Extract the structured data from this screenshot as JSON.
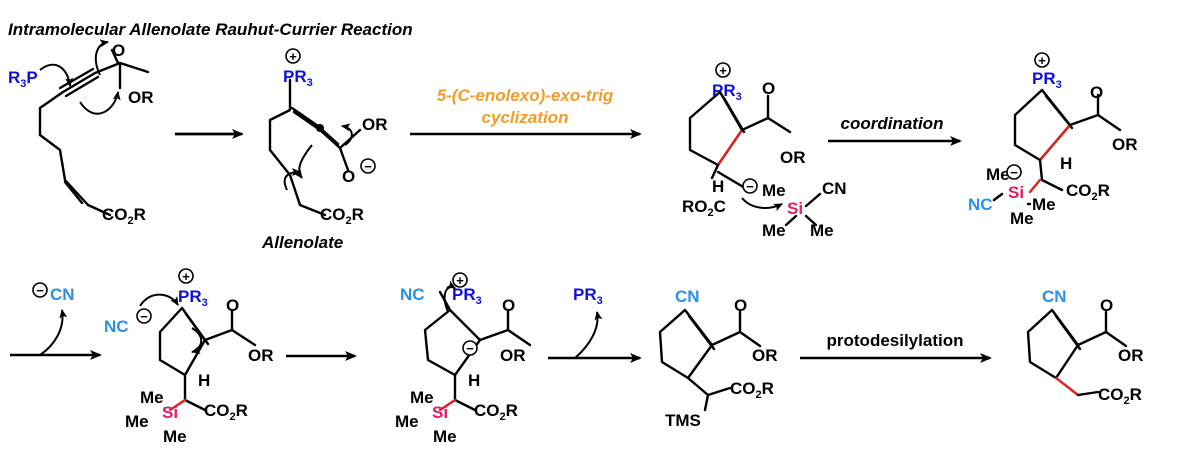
{
  "title": "Intramolecular Allenolate Rauhut-Currier Reaction",
  "colors": {
    "phosphorus": "#1010d8",
    "cyanide": "#2a90e8",
    "silicon": "#e8186a",
    "new_bond": "#e0201c",
    "step_highlight": "#f39c2b"
  },
  "labels": {
    "R3P": "R3P",
    "PR3": "PR3",
    "R": "R",
    "sub3": "3",
    "sub2": "2",
    "P": "P",
    "O": "O",
    "OR": "OR",
    "CO2R": "CO2R",
    "CO": "CO",
    "RO": "RO",
    "C": "C",
    "H": "H",
    "Si": "Si",
    "Me": "Me",
    "CN": "CN",
    "NC": "NC",
    "TMS": "TMS",
    "plus": "+",
    "minus": "−"
  },
  "captions": {
    "allenolate": "Allenolate"
  },
  "steps": {
    "cyclization_line1": "5-(C-enolexo)-exo-trig",
    "cyclization_line2": "cyclization",
    "coordination": "coordination",
    "protodesilylation": "protodesilylation"
  },
  "icons": {
    "curved_arrow": "curly-arrow-icon",
    "reaction_arrow": "reaction-arrow-icon",
    "charge": "charge-circle-icon"
  }
}
